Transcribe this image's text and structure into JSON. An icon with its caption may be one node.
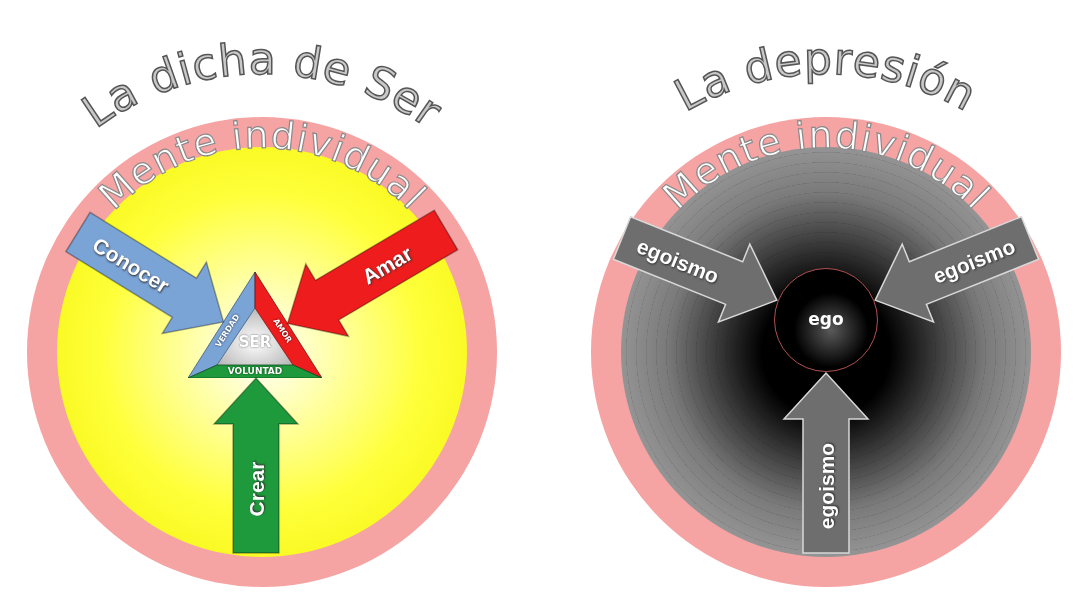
{
  "diagram": {
    "nodes": [
      {
        "text": [
          "La dicha de Ser",
          "Mente individual"
        ]
      },
      {
        "text": [
          "SER",
          "VERDAD",
          "AMOR",
          "VOLUNTAD"
        ],
        "in": 0
      },
      {
        "text": [
          "La depresión",
          "Mente individual"
        ]
      },
      {
        "text": [
          "ego"
        ],
        "in": 2
      }
    ],
    "edges": [
      {
        "from": null,
        "to": 1,
        "arrow": "to",
        "label": "Conocer",
        "color": "#7aa3d6"
      },
      {
        "from": null,
        "to": 1,
        "arrow": "to",
        "label": "Amar",
        "color": "#ee1c1c"
      },
      {
        "from": null,
        "to": 1,
        "arrow": "to",
        "label": "Crear",
        "color": "#1e9a3c"
      },
      {
        "from": null,
        "to": 3,
        "arrow": "to",
        "label": "egoismo"
      },
      {
        "from": null,
        "to": 3,
        "arrow": "to",
        "label": "egoismo"
      },
      {
        "from": null,
        "to": 3,
        "arrow": "to",
        "label": "egoismo"
      }
    ]
  }
}
